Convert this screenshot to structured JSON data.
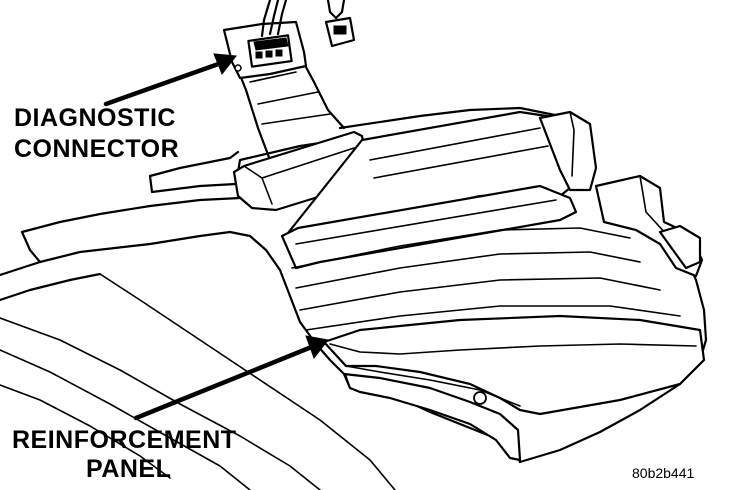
{
  "labels": {
    "diagnostic_line1": "DIAGNOSTIC",
    "diagnostic_line2": "CONNECTOR",
    "reinforcement_line1": "REINFORCEMENT",
    "reinforcement_line2": "PANEL",
    "figure_id": "80b2b441"
  }
}
